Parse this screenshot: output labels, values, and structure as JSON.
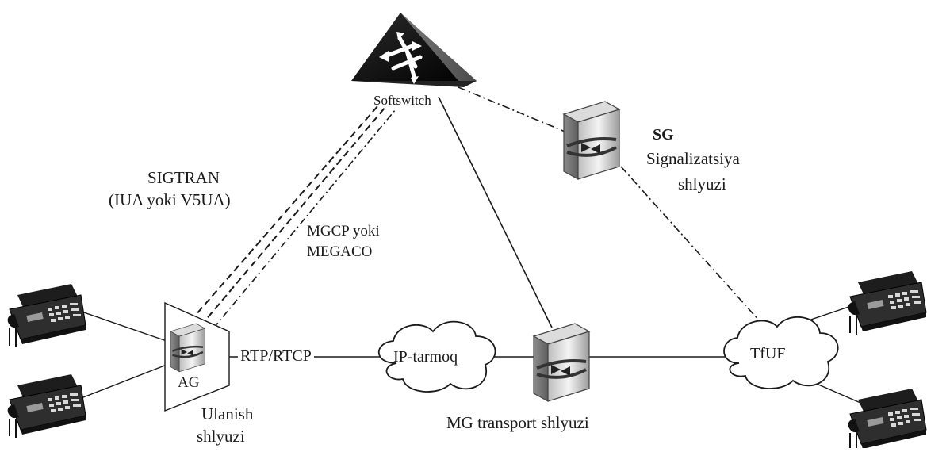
{
  "nodes": {
    "softswitch": {
      "label": "Softswitch",
      "icon": "softswitch-router-icon"
    },
    "ag": {
      "label": "AG",
      "caption_line1": "Ulanish",
      "caption_line2": "shlyuzi",
      "icon": "access-gateway-server-icon"
    },
    "sg": {
      "label": "SG",
      "caption_line1": "Signalizatsiya",
      "caption_line2": "shlyuzi",
      "icon": "signaling-gateway-server-icon"
    },
    "mg": {
      "label": "MG transport shlyuzi",
      "icon": "media-gateway-server-icon"
    },
    "ip_network": {
      "label": "IP-tarmoq",
      "icon": "cloud-icon"
    },
    "pstn": {
      "label": "TfUF",
      "icon": "cloud-icon"
    }
  },
  "links": {
    "sigtran_line1": "SIGTRAN",
    "sigtran_line2": "(IUA yoki V5UA)",
    "mgcp_line1": "MGCP yoki",
    "mgcp_line2": "MEGACO",
    "rtp": "RTP/RTCP"
  },
  "phones": [
    {
      "icon": "telephone-icon"
    },
    {
      "icon": "telephone-icon"
    },
    {
      "icon": "telephone-icon"
    },
    {
      "icon": "telephone-icon"
    }
  ]
}
